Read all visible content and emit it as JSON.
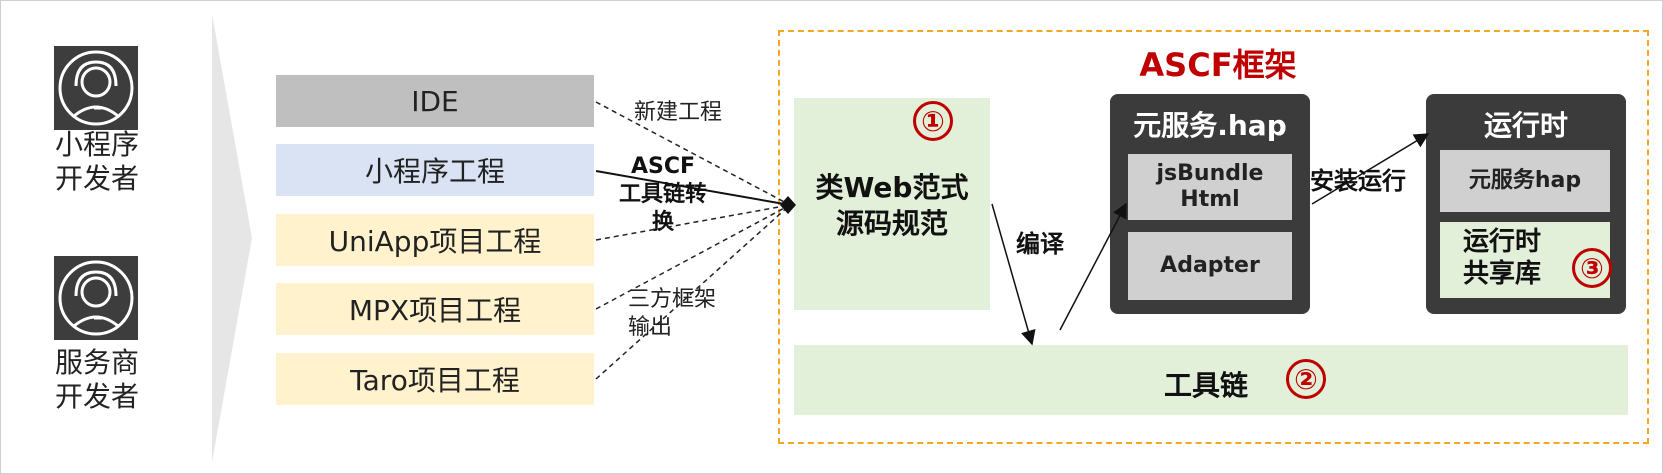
{
  "roles": {
    "mini_dev": [
      "小程序",
      "开发者"
    ],
    "service_dev": [
      "服务商",
      "开发者"
    ]
  },
  "projects": [
    {
      "label": "IDE",
      "color": "#bfbfbf"
    },
    {
      "label": "小程序工程",
      "color": "#dae3f3"
    },
    {
      "label": "UniApp项目工程",
      "color": "#fff2cc"
    },
    {
      "label": "MPX项目工程",
      "color": "#fff2cc"
    },
    {
      "label": "Taro项目工程",
      "color": "#fff2cc"
    }
  ],
  "notes": {
    "new_project": "新建工程",
    "ascf_convert": [
      "ASCF",
      "工具链转",
      "换"
    ],
    "third_party": [
      "三方框架",
      "输出"
    ]
  },
  "ascf": {
    "title": "ASCF框架",
    "source_spec": [
      "类Web范式",
      "源码规范"
    ],
    "compile": "编译",
    "install_run": "安装运行",
    "hap_title": "元服务.hap",
    "hap_items": [
      [
        "jsBundle",
        "Html"
      ],
      [
        "Adapter"
      ]
    ],
    "runtime_title": "运行时",
    "runtime_hap": "元服务hap",
    "runtime_shared": [
      "运行时",
      "共享库"
    ],
    "toolchain": "工具链",
    "markers": [
      "①",
      "②",
      "③"
    ]
  },
  "colors": {
    "accent_red": "#c00000",
    "dashed_border": "#f5a623",
    "green": "#e2efd9",
    "dark_box": "#3b3b3b"
  }
}
